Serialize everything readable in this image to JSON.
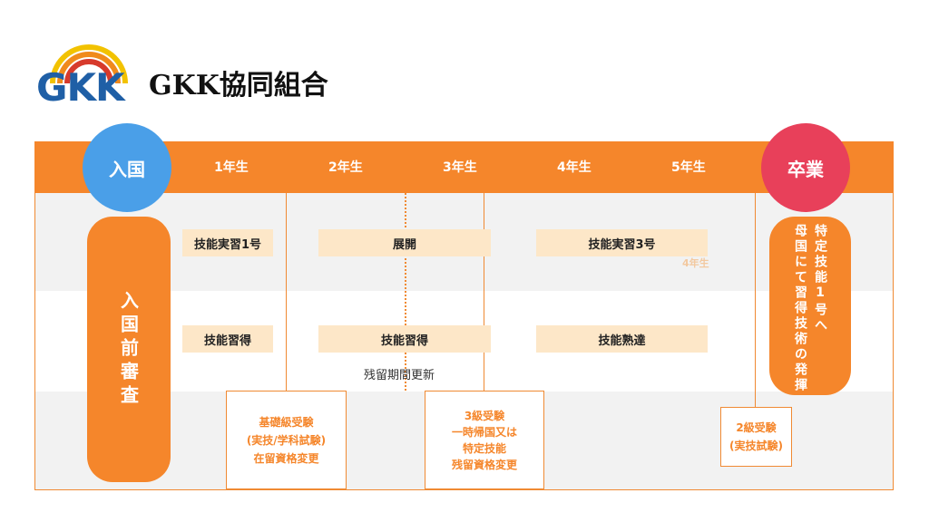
{
  "logo": {
    "letters": "GKK",
    "org_name": "GKK協同組合"
  },
  "timeline": {
    "start": "入国",
    "end": "卒業",
    "years": [
      "1年生",
      "2年生",
      "3年生",
      "4年生",
      "5年生"
    ],
    "ghost_year": "4年生"
  },
  "pre_entry": "入国前審査",
  "row1": {
    "col1": "技能実習1号",
    "col2": "展開",
    "col3": "技能実習3号"
  },
  "row2": {
    "col1": "技能習得",
    "col2": "技能習得",
    "col3": "技能熟達"
  },
  "renewal_note": "残留期間更新",
  "after": {
    "col1": "特定技能1号へ",
    "col2": "母国にて習得技術の発揮"
  },
  "exams": {
    "basic": [
      "基礎級受験",
      "(実技/学科試験)",
      "在留資格変更"
    ],
    "grade3": [
      "3級受験",
      "一時帰国又は",
      "特定技能",
      "残留資格変更"
    ],
    "grade2": [
      "2級受験",
      "(実技試験)"
    ]
  },
  "colors": {
    "orange": "#f5862b",
    "blue": "#4a9fe8",
    "red": "#e8405a",
    "cream": "#fde7c8",
    "navy": "#1f5fa6"
  }
}
